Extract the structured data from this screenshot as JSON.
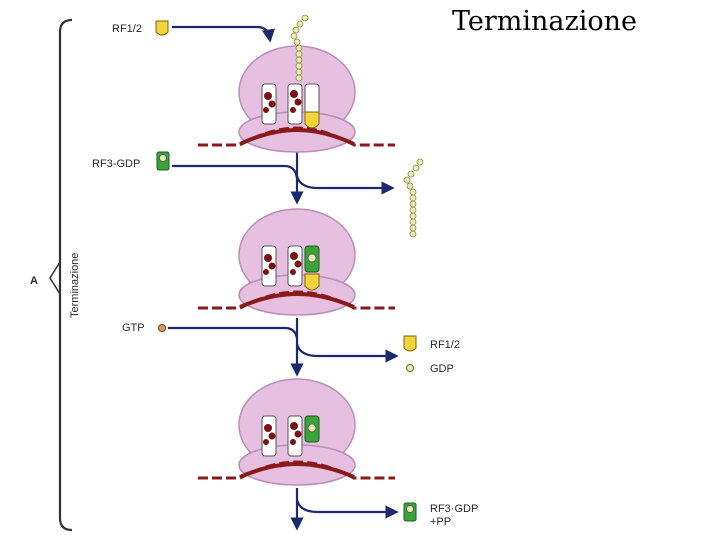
{
  "title": "Terminazione",
  "panel": {
    "letter": "A",
    "side_label": "Terminazione"
  },
  "inputs": {
    "rf12": "RF1/2",
    "rf3_gdp": "RF3-GDP",
    "gtp": "GTP"
  },
  "outputs": {
    "rf12": "RF1/2",
    "gdp": "GDP",
    "rf3_gdp": "RF3·GDP",
    "pp": "+PP"
  },
  "colors": {
    "ribosome": "#e7bfe1",
    "ribosome_stroke": "#b98fb6",
    "mrna": "#8a1a1a",
    "arrow": "#1a2a6a",
    "factor_yellow": "#f3d23a",
    "factor_green": "#3aa43a",
    "chain_bead": "#e9edb4",
    "trna": "#7a1414"
  },
  "icons": [
    "rf12-factor-icon",
    "rf3-gdp-factor-icon",
    "gtp-dot-icon",
    "gdp-dot-icon",
    "peptide-chain-icon",
    "trna-icon",
    "ribosome-icon"
  ]
}
